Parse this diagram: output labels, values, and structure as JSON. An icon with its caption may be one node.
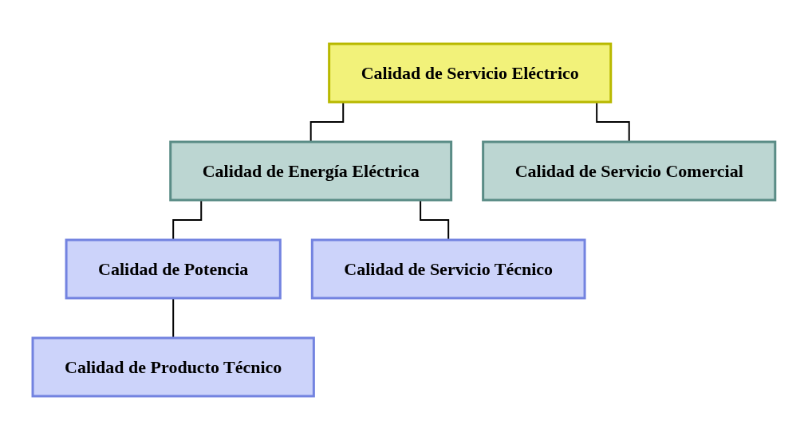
{
  "diagram": {
    "nodes": [
      {
        "text": [
          "Calidad de Servicio Eléctrico"
        ]
      },
      {
        "text": [
          "Calidad de Energía Eléctrica"
        ]
      },
      {
        "text": [
          "Calidad de Servicio Comercial"
        ]
      },
      {
        "text": [
          "Calidad de Potencia"
        ]
      },
      {
        "text": [
          "Calidad de Servicio Técnico"
        ]
      },
      {
        "text": [
          "Calidad de Producto Técnico"
        ]
      }
    ],
    "edges": [
      {
        "from": 0,
        "to": 1,
        "arrow": "none"
      },
      {
        "from": 0,
        "to": 2,
        "arrow": "none"
      },
      {
        "from": 1,
        "to": 3,
        "arrow": "none"
      },
      {
        "from": 1,
        "to": 4,
        "arrow": "none"
      },
      {
        "from": 3,
        "to": 5,
        "arrow": "none"
      }
    ]
  }
}
